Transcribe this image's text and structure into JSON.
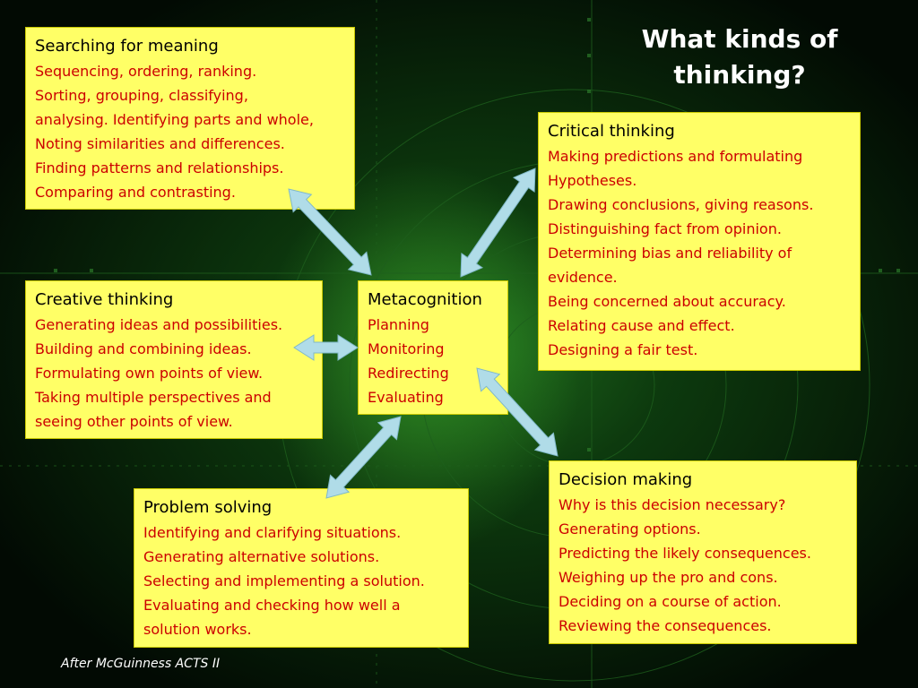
{
  "title": "What kinds of thinking?",
  "credit": "After McGuinness  ACTS II",
  "colors": {
    "box_fill": "#ffff66",
    "heading": "#000000",
    "item_text": "#cc0000",
    "arrow_fill": "#b0dce8"
  },
  "boxes": {
    "searching": {
      "heading": "Searching for meaning",
      "lines": [
        "Sequencing, ordering, ranking.",
        "Sorting, grouping, classifying,",
        "analysing. Identifying parts and whole,",
        "Noting similarities and differences.",
        "Finding patterns and relationships.",
        "Comparing and contrasting."
      ]
    },
    "critical": {
      "heading": "Critical thinking",
      "lines": [
        "Making predictions and formulating",
        "Hypotheses.",
        "Drawing conclusions, giving reasons.",
        "Distinguishing fact from opinion.",
        "Determining bias and reliability of",
        "evidence.",
        "Being concerned about accuracy.",
        "Relating cause and effect.",
        "Designing a fair test."
      ]
    },
    "creative": {
      "heading": "Creative thinking",
      "lines": [
        "Generating ideas and possibilities.",
        "Building and combining ideas.",
        "Formulating own points of view.",
        "Taking multiple perspectives and",
        "seeing other points of view."
      ]
    },
    "metacognition": {
      "heading": "Metacognition",
      "lines": [
        "Planning",
        "Monitoring",
        "Redirecting",
        "Evaluating"
      ]
    },
    "decision": {
      "heading": "Decision making",
      "lines": [
        "Why is this decision necessary?",
        "Generating options.",
        "Predicting the likely consequences.",
        "Weighing up the pro and cons.",
        "Deciding on a course of action.",
        "Reviewing the consequences."
      ]
    },
    "problem": {
      "heading": "Problem solving",
      "lines": [
        "Identifying and clarifying situations.",
        "Generating alternative solutions.",
        "Selecting and implementing a solution.",
        "Evaluating and checking how well a",
        "solution works."
      ]
    }
  }
}
